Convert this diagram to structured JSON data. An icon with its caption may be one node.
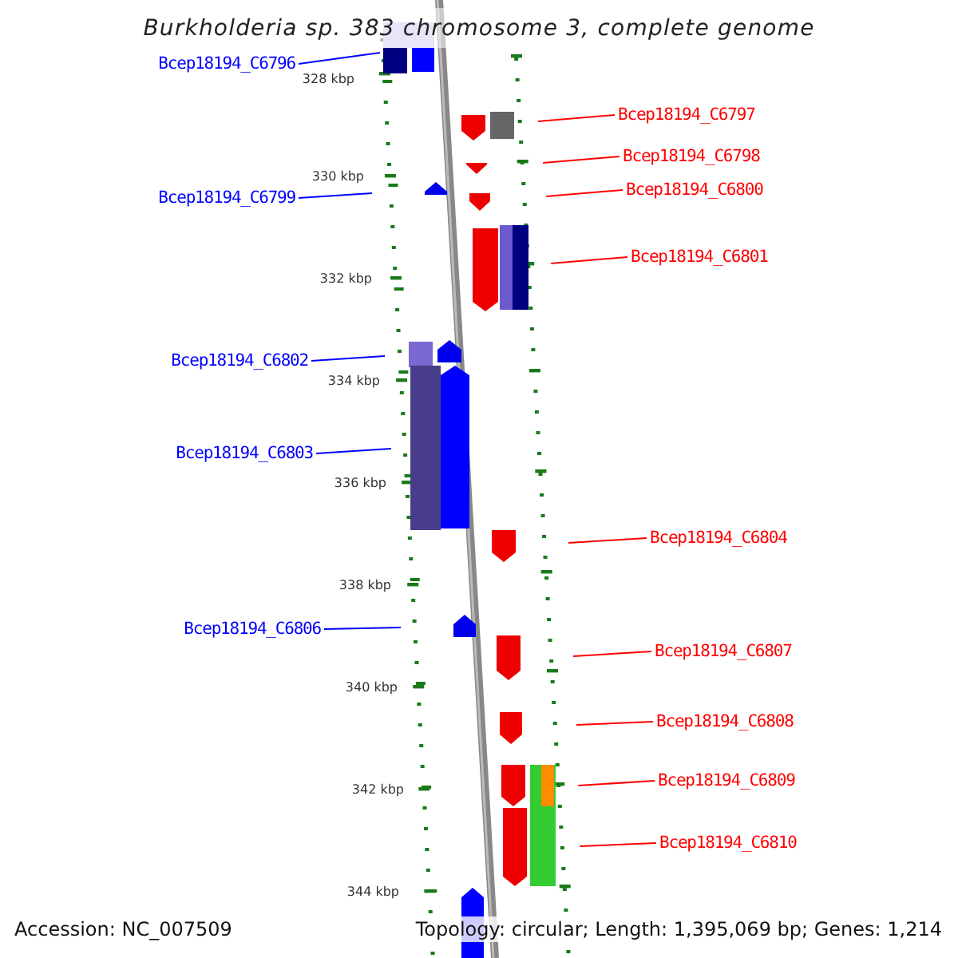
{
  "diagram": {
    "title": "Burkholderia sp. 383 chromosome 3, complete genome",
    "nodes": [
      {
        "text": [
          "Bcep18194_C6796"
        ]
      },
      {
        "text": [
          "Bcep18194_C6797"
        ]
      },
      {
        "text": [
          "Bcep18194_C6798"
        ]
      },
      {
        "text": [
          "Bcep18194_C6799"
        ]
      },
      {
        "text": [
          "Bcep18194_C6800"
        ]
      },
      {
        "text": [
          "Bcep18194_C6801"
        ]
      },
      {
        "text": [
          "Bcep18194_C6802"
        ]
      },
      {
        "text": [
          "Bcep18194_C6803"
        ]
      },
      {
        "text": [
          "Bcep18194_C6804"
        ]
      },
      {
        "text": [
          "Bcep18194_C6806"
        ]
      },
      {
        "text": [
          "Bcep18194_C6807"
        ]
      },
      {
        "text": [
          "Bcep18194_C6808"
        ]
      },
      {
        "text": [
          "Bcep18194_C6809"
        ]
      },
      {
        "text": [
          "Bcep18194_C6810"
        ]
      }
    ],
    "edges": [
      {
        "from": 0,
        "to": null,
        "arrow": "none",
        "color": "#0000ff"
      },
      {
        "from": 1,
        "to": null,
        "arrow": "none"
      },
      {
        "from": 2,
        "to": null,
        "arrow": "none"
      },
      {
        "from": 3,
        "to": null,
        "arrow": "none",
        "color": "#0000ff"
      },
      {
        "from": 4,
        "to": null,
        "arrow": "none"
      },
      {
        "from": 5,
        "to": null,
        "arrow": "none"
      },
      {
        "from": 6,
        "to": null,
        "arrow": "none",
        "color": "#0000ff"
      },
      {
        "from": 7,
        "to": null,
        "arrow": "none",
        "color": "#0000ff"
      },
      {
        "from": 8,
        "to": null,
        "arrow": "none"
      },
      {
        "from": 9,
        "to": null,
        "arrow": "none",
        "color": "#0000ff"
      },
      {
        "from": 10,
        "to": null,
        "arrow": "none"
      },
      {
        "from": 11,
        "to": null,
        "arrow": "none"
      },
      {
        "from": 12,
        "to": null,
        "arrow": "none"
      },
      {
        "from": 13,
        "to": null,
        "arrow": "none"
      }
    ],
    "labels": [
      "328 kbp",
      "330 kbp",
      "332 kbp",
      "334 kbp",
      "336 kbp",
      "338 kbp",
      "340 kbp",
      "342 kbp",
      "344 kbp",
      "Accession: NC_007509",
      "Topology: circular; Length: 1,395,069 bp; Genes: 1,214"
    ]
  }
}
